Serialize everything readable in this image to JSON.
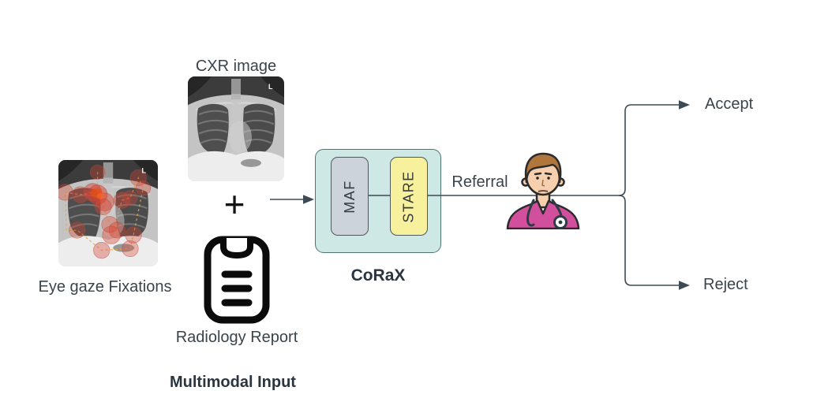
{
  "colors": {
    "page_bg": "#ffffff",
    "line": "#3d4a54",
    "text": "#3a444c",
    "bold_text": "#2a3540",
    "corax_fill": "#cde8e5",
    "corax_border": "#4d7670",
    "maf_fill": "#ccd3db",
    "stare_fill": "#f7f09d",
    "module_border": "#50585f",
    "fixation_red": "#d64535",
    "fixation_path_orange": "#f0a43c",
    "scrub_pink": "#d24f9d",
    "hair_brown": "#b0763c",
    "skin": "#f5cfae",
    "icon_black": "#0b0b0b"
  },
  "inputs": {
    "eye_gaze_label": "Eye gaze Fixations",
    "cxr_label": "CXR image",
    "xray_side_marker": "L",
    "plus_sign": "+",
    "report_label": "Radiology Report",
    "group_label": "Multimodal Input"
  },
  "model": {
    "name": "CoRaX",
    "modules": [
      {
        "label": "MAF"
      },
      {
        "label": "STARE"
      }
    ]
  },
  "flow": {
    "referral_label": "Referral",
    "outcomes": [
      {
        "label": "Accept"
      },
      {
        "label": "Reject"
      }
    ]
  }
}
